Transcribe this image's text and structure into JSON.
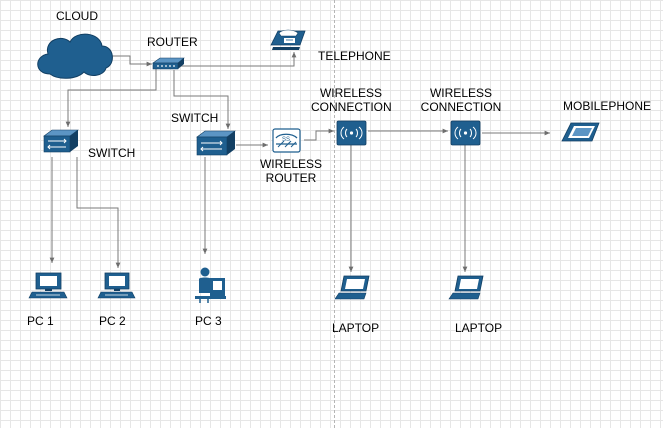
{
  "labels": {
    "cloud": "CLOUD",
    "router": "ROUTER",
    "telephone": "TELEPHONE",
    "switch_left": "SWITCH",
    "switch_center": "SWITCH",
    "wireless_router_1": "WIRELESS",
    "wireless_router_2": "ROUTER",
    "wireless_conn_1a": "WIRELESS",
    "wireless_conn_1b": "CONNECTION",
    "wireless_conn_2a": "WIRELESS",
    "wireless_conn_2b": "CONNECTION",
    "mobilephone": "MOBILEPHONE",
    "pc1": "PC 1",
    "pc2": "PC 2",
    "pc3": "PC 3",
    "laptop1": "LAPTOP",
    "laptop2": "LAPTOP"
  },
  "colors": {
    "device_fill": "#1f5f8f",
    "device_dark": "#123f63",
    "device_light": "#ffffff",
    "connector": "#7a7a7a"
  },
  "icons": {
    "cloud": "cloud-icon",
    "router": "router-icon",
    "telephone": "telephone-icon",
    "switch": "switch-icon",
    "wireless_router": "wireless-router-icon",
    "access_point": "wireless-access-point-icon",
    "mobilephone": "mobile-phone-icon",
    "pc": "desktop-pc-icon",
    "user_workstation": "user-workstation-icon",
    "laptop": "laptop-icon"
  }
}
